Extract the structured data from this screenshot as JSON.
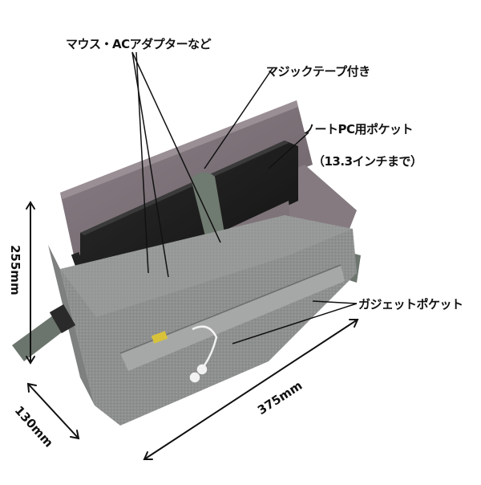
{
  "callouts": {
    "mouse_ac": "マウス・ACアダプターなど",
    "velcro": "マジックテープ付き",
    "pc_pocket": "ノートPC用ポケット",
    "pc_pocket_note": "（13.3インチまで）",
    "gadget_pocket": "ガジェットポケット"
  },
  "dimensions": {
    "height": "255mm",
    "depth": "130mm",
    "width": "375mm"
  },
  "colors": {
    "bag_gray": "#8f9190",
    "lining": "#7b6f76",
    "laptop": "#1c1c1c",
    "strap": "#6c756d"
  }
}
